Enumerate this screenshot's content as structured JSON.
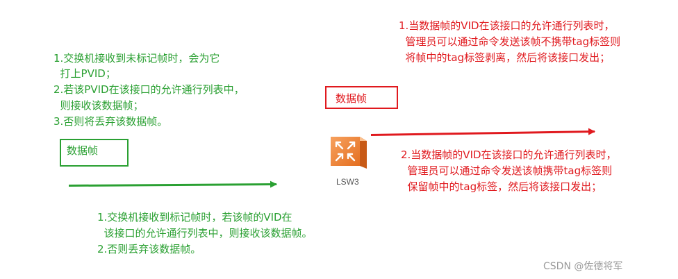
{
  "colors": {
    "ingress": "#2aa032",
    "egress": "#e0191e",
    "switch_body": "#f08a3c",
    "watermark": "#9a9a9a"
  },
  "ingress": {
    "untagged_rules": {
      "line1": "1.交换机接收到未标记帧时，会为它",
      "line2": "  打上PVID；",
      "line3": "2.若该PVID在该接口的允许通行列表中，",
      "line4": "  则接收该数据帧；",
      "line5": "3.否则将丢弃该数据帧。"
    },
    "frame_label": "数据帧",
    "tagged_rules": {
      "line1": "1.交换机接收到标记帧时，若该帧的VID在",
      "line2": "  该接口的允许通行列表中，则接收该数据帧。",
      "line3": "2.否则丢弃该数据帧。"
    }
  },
  "switch": {
    "icon": "switch-icon",
    "label": "LSW3"
  },
  "egress": {
    "frame_label": "数据帧",
    "untag_rule": {
      "line1": "1.当数据帧的VID在该接口的允许通行列表时，",
      "line2": "  管理员可以通过命令发送该帧不携带tag标签则",
      "line3": "  将帧中的tag标签剥离，然后将该接口发出；"
    },
    "tag_rule": {
      "line1": "2.当数据帧的VID在该接口的允许通行列表时，",
      "line2": "  管理员可以通过命令发送该帧携带tag标签则",
      "line3": "  保留帧中的tag标签，然后将该接口发出；"
    }
  },
  "watermark": "CSDN @佐德将军"
}
